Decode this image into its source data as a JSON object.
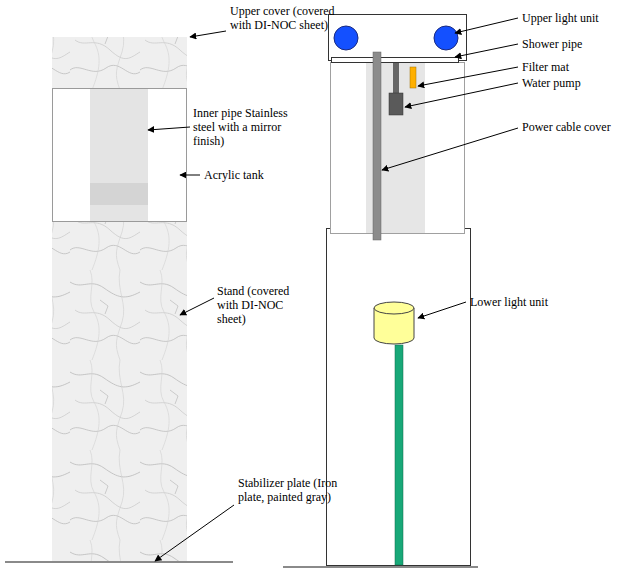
{
  "diagram": {
    "labels": [
      "Upper cover (covered with DI-NOC sheet)",
      "Inner pipe Stainless steel with a mirror finish)",
      "Acrylic tank",
      "Stand (covered with DI-NOC sheet)",
      "Stabilizer plate (Iron plate, painted gray)",
      "Upper light unit",
      "Shower pipe",
      "Filter mat",
      "Water pump",
      "Power cable cover",
      "Lower light unit"
    ]
  }
}
